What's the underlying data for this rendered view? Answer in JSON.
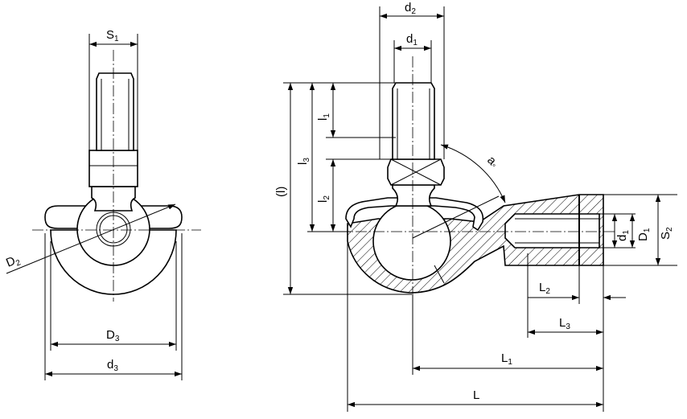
{
  "labels": {
    "S1": {
      "main": "S",
      "sub": "1"
    },
    "D2": {
      "main": "D",
      "sub": "2"
    },
    "D3": {
      "main": "D",
      "sub": "3"
    },
    "d3": {
      "main": "d",
      "sub": "3"
    },
    "d2": {
      "main": "d",
      "sub": "2"
    },
    "d1_top": {
      "main": "d",
      "sub": "1"
    },
    "l1": {
      "main": "l",
      "sub": "1"
    },
    "l2": {
      "main": "l",
      "sub": "2"
    },
    "l3": {
      "main": "l",
      "sub": "3"
    },
    "l_paren": {
      "main": "(l)",
      "sub": ""
    },
    "a_deg": {
      "main": "a",
      "sub": "°"
    },
    "d1_right": {
      "main": "d",
      "sub": "1"
    },
    "D1": {
      "main": "D",
      "sub": "1"
    },
    "S2": {
      "main": "S",
      "sub": "2"
    },
    "L2": {
      "main": "L",
      "sub": "2"
    },
    "L3": {
      "main": "L",
      "sub": "3"
    },
    "L1": {
      "main": "L",
      "sub": "1"
    },
    "L": {
      "main": "L",
      "sub": ""
    }
  },
  "colors": {
    "line": "#000000",
    "background": "#ffffff"
  }
}
